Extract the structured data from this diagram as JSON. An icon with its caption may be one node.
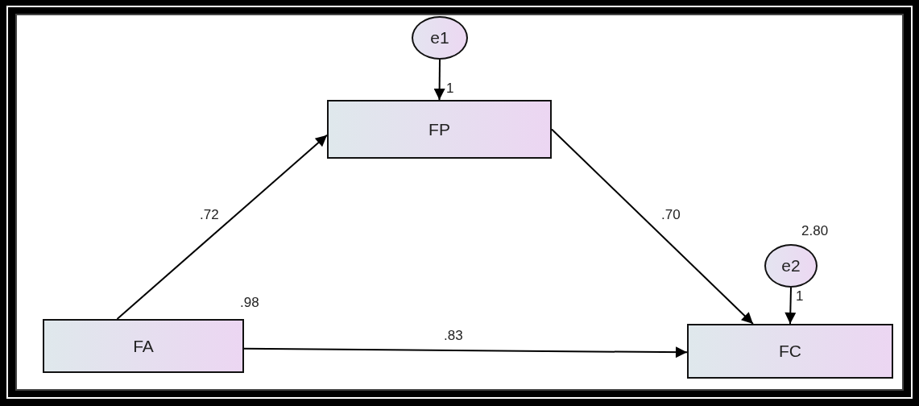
{
  "diagram": {
    "nodes": [
      {
        "text": [
          "e1"
        ]
      },
      {
        "text": [
          "FP"
        ]
      },
      {
        "text": [
          "FA"
        ],
        "beside": [
          ".98"
        ]
      },
      {
        "text": [
          "e2"
        ],
        "beside": [
          "2.80"
        ]
      },
      {
        "text": [
          "FC"
        ]
      }
    ],
    "edges": [
      {
        "from": 0,
        "to": 1,
        "arrow": "to",
        "label": "1"
      },
      {
        "from": 2,
        "to": 1,
        "arrow": "to",
        "label": ".72"
      },
      {
        "from": 1,
        "to": 4,
        "arrow": "to",
        "label": ".70"
      },
      {
        "from": 3,
        "to": 4,
        "arrow": "to",
        "label": "1"
      },
      {
        "from": 2,
        "to": 4,
        "arrow": "to",
        "label": ".83"
      }
    ]
  }
}
